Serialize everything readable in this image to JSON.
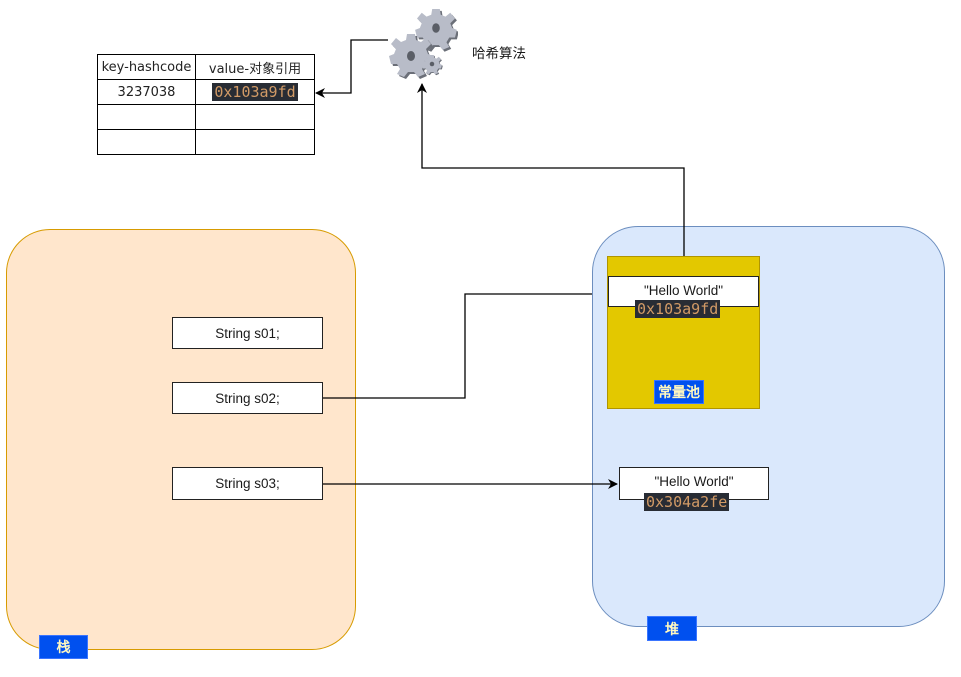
{
  "hash_table": {
    "headers": [
      "key-hashcode",
      "value-对象引用"
    ],
    "rows": [
      [
        "3237038",
        "0x103a9fd"
      ],
      [
        "",
        ""
      ],
      [
        "",
        ""
      ]
    ]
  },
  "hash_algorithm": {
    "label": "哈希算法",
    "icon": "gears-icon"
  },
  "stack": {
    "label": "栈",
    "variables": [
      "String s01;",
      "String s02;",
      "String s03;"
    ]
  },
  "heap": {
    "label": "堆",
    "constant_pool": {
      "label": "常量池",
      "string_value": "\"Hello World\"",
      "address": "0x103a9fd"
    },
    "object": {
      "string_value": "\"Hello World\"",
      "address": "0x304a2fe"
    }
  },
  "colors": {
    "stack_fill": "#ffe6cc",
    "stack_border": "#d79b00",
    "heap_fill": "#dae8fc",
    "heap_border": "#6c8ebf",
    "pool_fill": "#e3c800",
    "tag_fill": "#0050ef",
    "code_bg": "#282c34",
    "code_fg": "#d19a66"
  }
}
